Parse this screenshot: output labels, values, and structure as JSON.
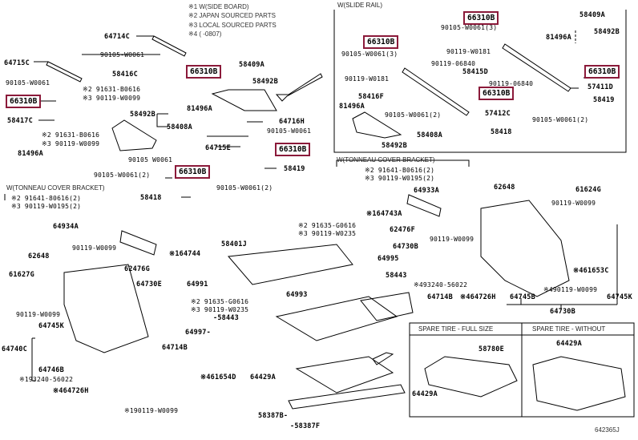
{
  "diagram": {
    "code": "642365J",
    "accent_color": "#8b1a3a",
    "notes": [
      "※1  W(SIDE BOARD)",
      "※2 JAPAN SOURCED PARTS",
      "※3 LOCAL SOURCED PARTS",
      "※4  (    -0807)"
    ],
    "panels": {
      "slide_rail": "W(SLIDE RAIL)",
      "tonneau_left": "W(TONNEAU COVER BRACKET)",
      "tonneau_right": "W(TONNEAU COVER BRACKET)",
      "spare_full": "SPARE TIRE - FULL SIZE",
      "spare_without": "SPARE TIRE - WITHOUT"
    },
    "highlighted_part": "66310B",
    "labels": {
      "p64714C": "64714C",
      "p90105_W0061_a": "90105-W0061",
      "p64715C": "64715C",
      "p90105_W0061_b": "90105-W0061",
      "p58416C": "58416C",
      "p91631_B0616": "※2 91631-B0616",
      "p90119_W0099_a": "※3 90119-W0099",
      "p58409A_a": "58409A",
      "p58492B_a": "58492B",
      "p81496A_a": "81496A",
      "p58417C": "58417C",
      "p91631_B0616_b": "※2 91631-B0616",
      "p90119_W0099_b": "※3 90119-W0099",
      "p81496A_b": "81496A",
      "p58492B_b": "58492B",
      "p58408A_a": "58408A",
      "p64716H": "64716H",
      "p90105_W0061_c": "90105-W0061",
      "p64715E": "64715E",
      "p90105_W0061_d": "90105 W0061",
      "p90105_W0061_2a": "90105-W0061(2)",
      "p58419_a": "58419",
      "p90105_W0061_2b": "90105-W0061(2)",
      "p58418_a": "58418",
      "sr_90105_W0061_3a": "90105-W0061(3)",
      "sr_90105_W0061_3b": "90105-W0061(3)",
      "sr_58409A": "58409A",
      "sr_58492B": "58492B",
      "sr_81496A_a": "81496A",
      "sr_90119_W0181_a": "90119-W0181",
      "sr_90119_06840_a": "90119-06840",
      "sr_90119_W0181_b": "90119-W0181",
      "sr_58415D": "58415D",
      "sr_90119_06840_b": "90119-06840",
      "sr_57411D": "57411D",
      "sr_58416F": "58416F",
      "sr_81496A_b": "81496A",
      "sr_58419": "58419",
      "sr_90105_W0061_2a": "90105-W0061(2)",
      "sr_57412C": "57412C",
      "sr_90105_W0061_2b": "90105-W0061(2)",
      "sr_58408A": "58408A",
      "sr_58418": "58418",
      "sr_58492B_b": "58492B",
      "tl_91641": "※2 91641-80616(2)",
      "tl_90119": "※3 90119-W0195(2)",
      "p64934A": "64934A",
      "p90119_W0099_c": "90119-W0099",
      "p62648_a": "62648",
      "p164744": "※164744",
      "p62476G": "62476G",
      "p61627G": "61627G",
      "p64730E": "64730E",
      "p90119_W0099_d": "90119-W0099",
      "p64745K_a": "64745K",
      "p64740C": "64740C",
      "p64746B": "64746B",
      "p493240_a": "※193240-56022",
      "p64726H_a": "※464726H",
      "p190119": "※190119-W0099",
      "p58401J": "58401J",
      "p91635_a": "※2 91635-G0616",
      "p90119_W0235_a": "※3 90119-W0235",
      "p64991": "64991",
      "p91635_b": "※2 91635-G0616",
      "p90119_W0235_b": "※3 90119-W0235",
      "p58443_a": "-58443",
      "p64997": "64997-",
      "p64714B_a": "64714B",
      "p61654D": "※461654D",
      "p64429A_a": "64429A",
      "p58387B": "58387B-",
      "p58387F": "-58387F",
      "p64993": "64993",
      "tr_91641": "※2 91641-B0616(2)",
      "tr_90119": "※3 90119-W0195(2)",
      "p64933A": "64933A",
      "p164743A": "※164743A",
      "p62476F": "62476F",
      "p90119_W0099_e": "90119-W0099",
      "p64730B_s": "64730B",
      "p64995": "64995",
      "p58443_b": "58443",
      "p493240_b": "※493240-56022",
      "p64714B_b": "64714B",
      "p64726H_b": "※464726H",
      "p64745B": "64745B",
      "p62648_b": "62648",
      "p61624G": "61624G",
      "p90119_W0099_f": "90119-W0099",
      "p61653C": "※461653C",
      "p490119": "※490119-W0099",
      "p64745K_b": "64745K",
      "p64730B": "64730B",
      "p58780E": "58780E",
      "p64429A_b": "64429A",
      "p64429A_c": "64429A"
    }
  }
}
